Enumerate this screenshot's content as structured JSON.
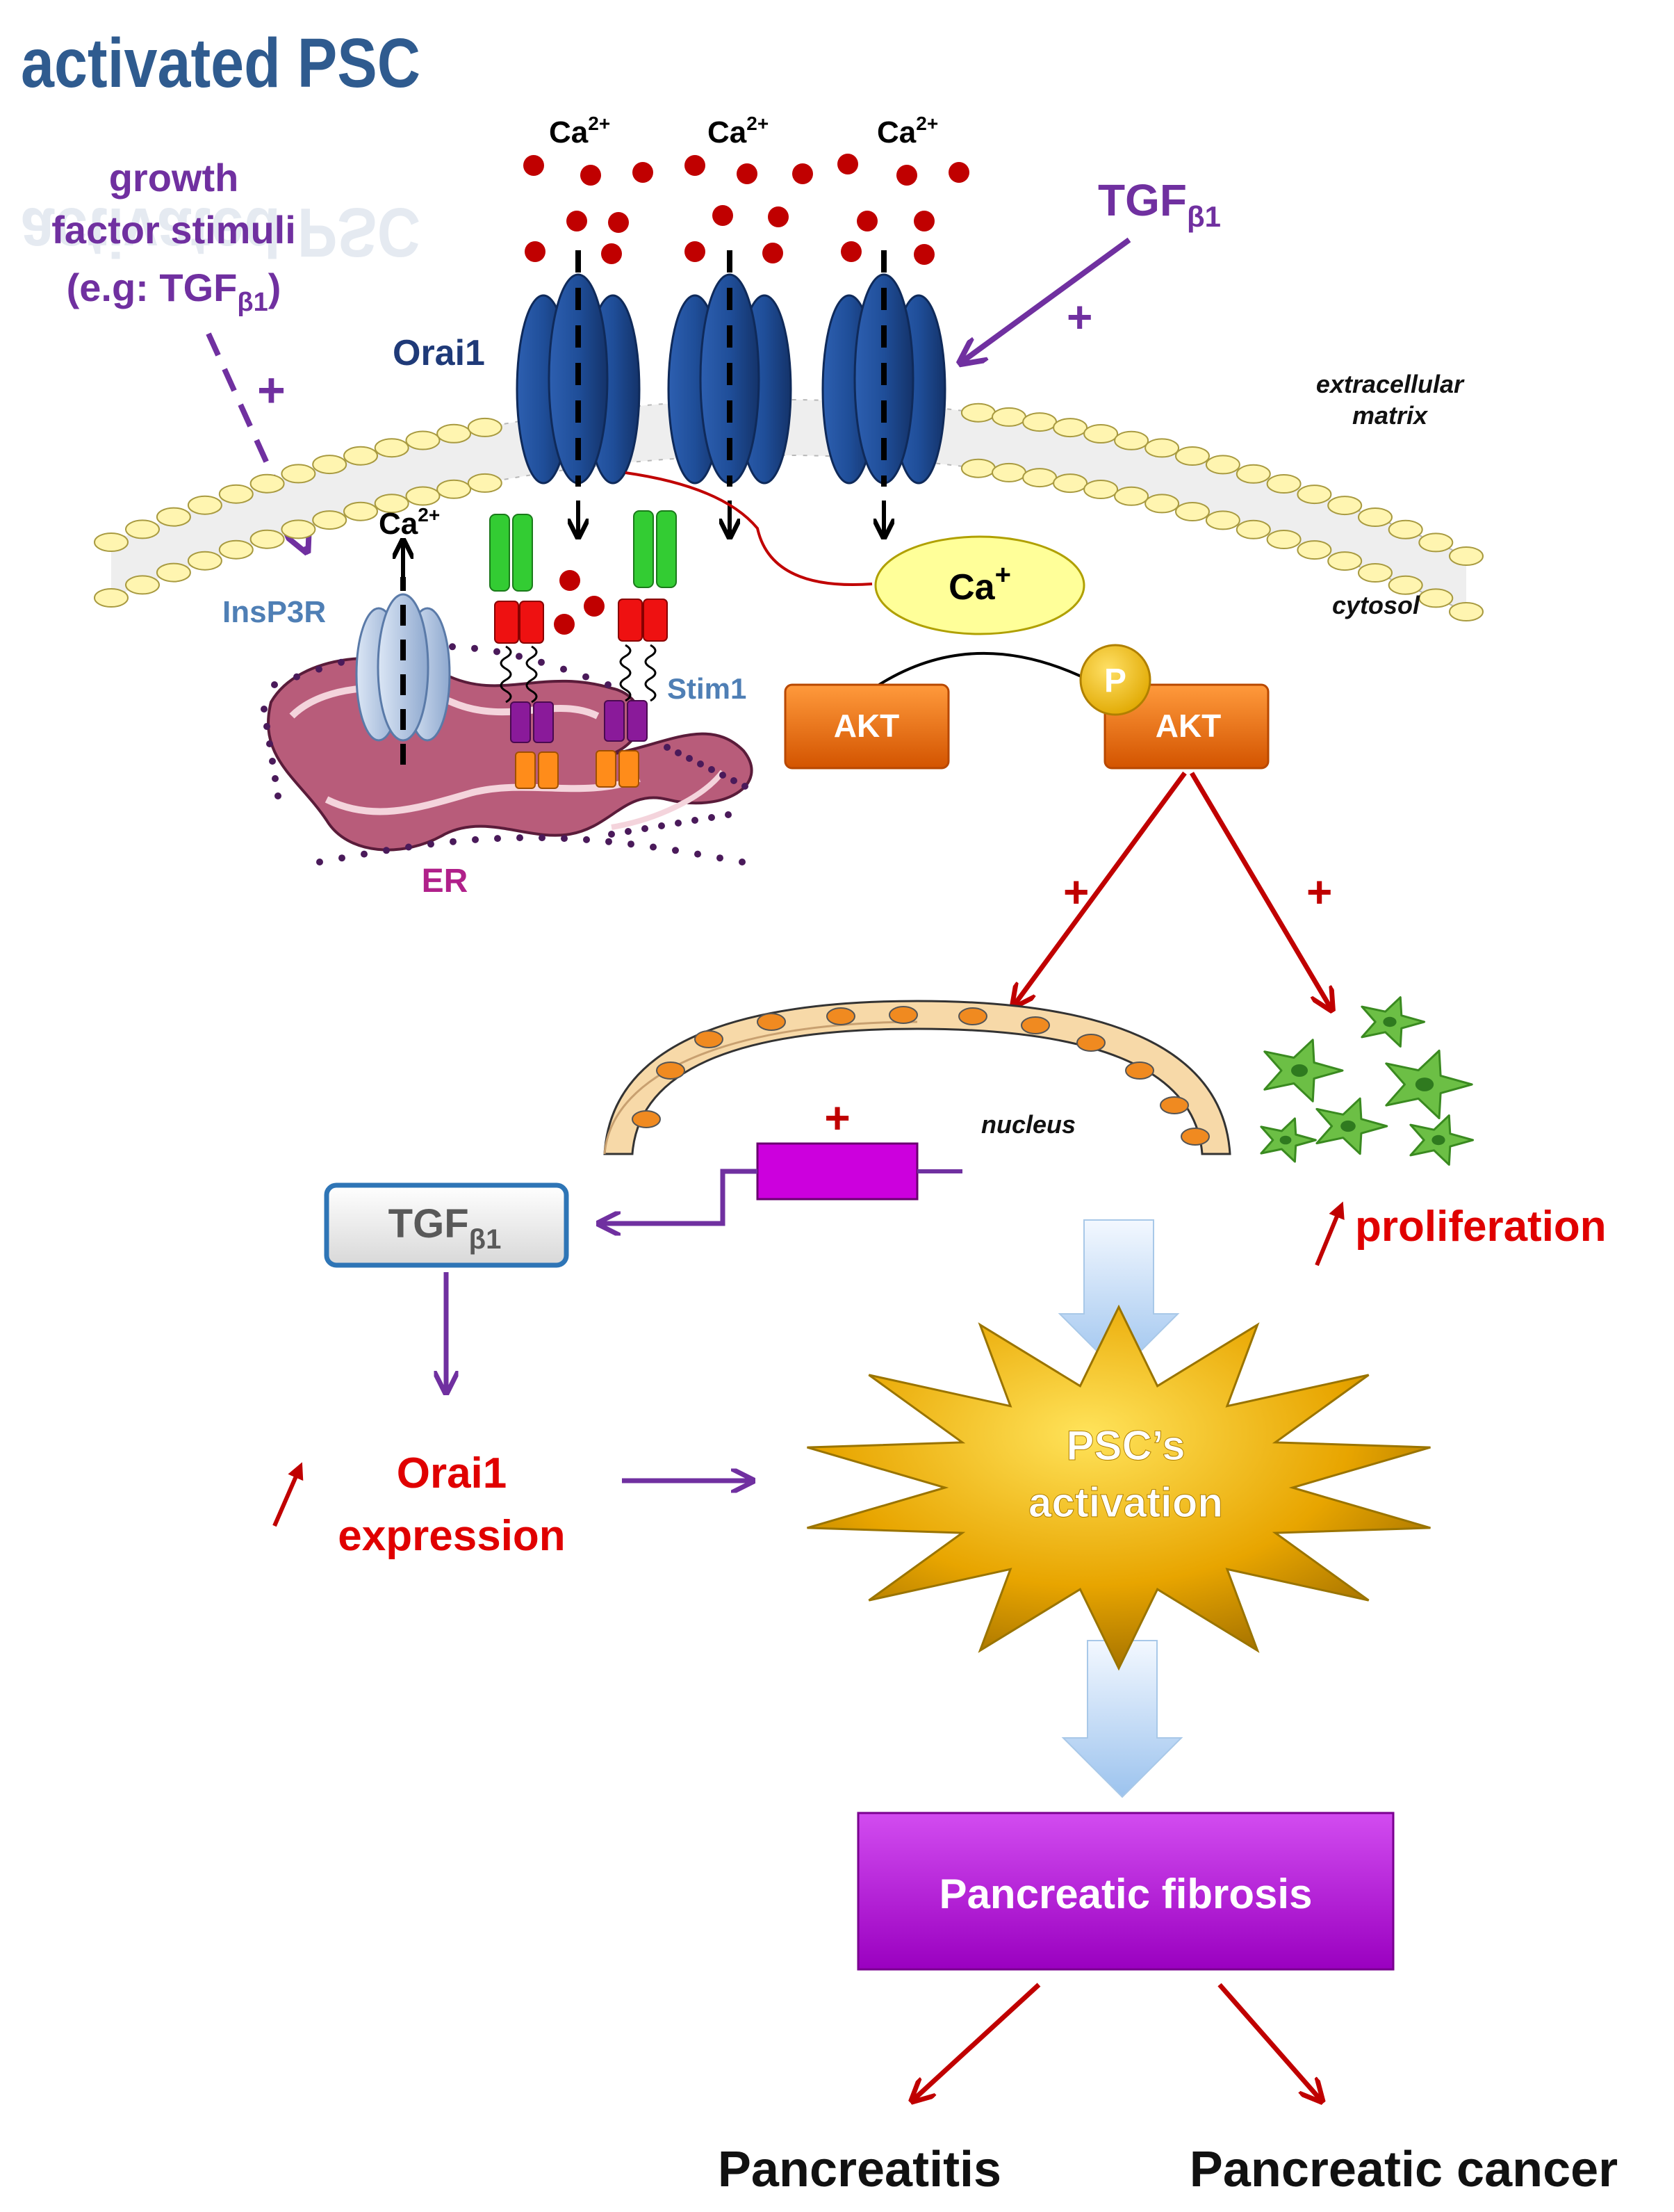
{
  "title": "activated PSC",
  "growth_factor": {
    "line1": "growth",
    "line2": "factor stimuli",
    "line3_prefix": "(e.g: TGF",
    "line3_sub": "β1",
    "line3_suffix": ")"
  },
  "plus": "+",
  "tgf": {
    "main": "TGF",
    "sub": "β1"
  },
  "ca": {
    "main": "Ca",
    "sup": "2+"
  },
  "labels": {
    "orai1": "Orai1",
    "insp3r": "InsP3R",
    "stim1": "Stim1",
    "er": "ER",
    "extracellular_1": "extracellular",
    "extracellular_2": "matrix",
    "cytosol": "cytosol",
    "p": "P",
    "akt": "AKT",
    "nucleus": "nucleus",
    "proliferation": "proliferation",
    "orai1_expr_1": "Orai1",
    "orai1_expr_2": "expression",
    "activation_1": "PSC’s",
    "activation_2": "activation",
    "fibrosis": "Pancreatic fibrosis",
    "pancreatitis": "Pancreatitis",
    "cancer": "Pancreatic cancer"
  },
  "colors": {
    "title_blue": "#2f5b8f",
    "purple": "#7030a0",
    "red": "#c00000",
    "navy": "#1f3a78",
    "channel_blue": "#1f4e99",
    "akt_orange": "#e46c0a",
    "ca_yellow": "#ffff99",
    "er_pink": "#b85c7a",
    "fibrosis_magenta": "#b800d8",
    "star_gold": "#e6a800",
    "cell_green": "#5aa63a"
  }
}
